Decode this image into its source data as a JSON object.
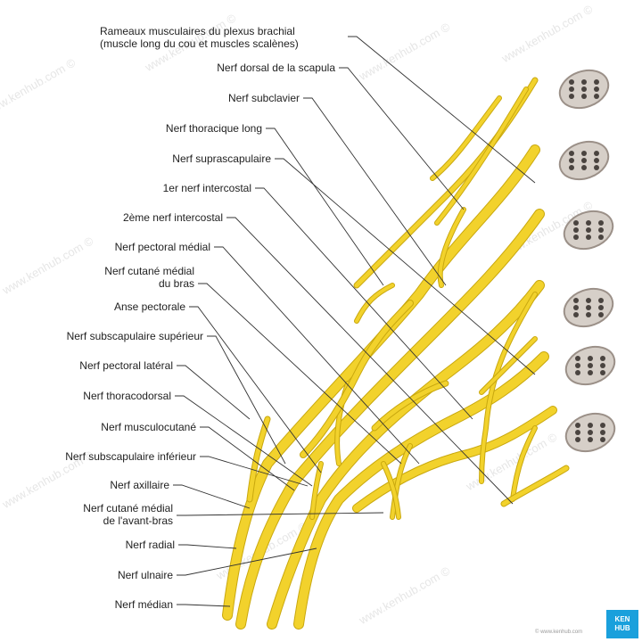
{
  "diagram": {
    "labels": [
      {
        "id": "rameaux",
        "text": "Rameaux musculaires du plexus brachial\n(muscle long du cou et muscles scalènes)"
      },
      {
        "id": "dorsal-scapula",
        "text": "Nerf dorsal de la scapula"
      },
      {
        "id": "subclavier",
        "text": "Nerf subclavier"
      },
      {
        "id": "thoracique-long",
        "text": "Nerf thoracique long"
      },
      {
        "id": "suprascapulaire",
        "text": "Nerf suprascapulaire"
      },
      {
        "id": "intercostal-1",
        "text": "1er nerf intercostal"
      },
      {
        "id": "intercostal-2",
        "text": "2ème nerf intercostal"
      },
      {
        "id": "pectoral-medial",
        "text": "Nerf pectoral médial"
      },
      {
        "id": "cutane-medial-bras",
        "text": "Nerf cutané médial\ndu bras"
      },
      {
        "id": "anse-pectorale",
        "text": "Anse pectorale"
      },
      {
        "id": "subscapulaire-sup",
        "text": "Nerf subscapulaire supérieur"
      },
      {
        "id": "pectoral-lateral",
        "text": "Nerf pectoral latéral"
      },
      {
        "id": "thoracodorsal",
        "text": "Nerf thoracodorsal"
      },
      {
        "id": "musculocutane",
        "text": "Nerf musculocutané"
      },
      {
        "id": "subscapulaire-inf",
        "text": "Nerf subscapulaire inférieur"
      },
      {
        "id": "axillaire",
        "text": "Nerf axillaire"
      },
      {
        "id": "cutane-medial-avant-bras",
        "text": "Nerf cutané médial\nde l'avant-bras"
      },
      {
        "id": "radial",
        "text": "Nerf radial"
      },
      {
        "id": "ulnaire",
        "text": "Nerf ulnaire"
      },
      {
        "id": "median",
        "text": "Nerf médian"
      }
    ]
  },
  "watermark": "www.kenhub.com ©",
  "brand": {
    "line1": "KEN",
    "line2": "HUB",
    "credit": "© www.kenhub.com"
  },
  "colors": {
    "nerve": "#f2d22c",
    "nerve_edge": "#c9a80e",
    "leader": "#333333",
    "vertebra": "#9b9088",
    "vertebra_fill": "#d6cfc8"
  }
}
